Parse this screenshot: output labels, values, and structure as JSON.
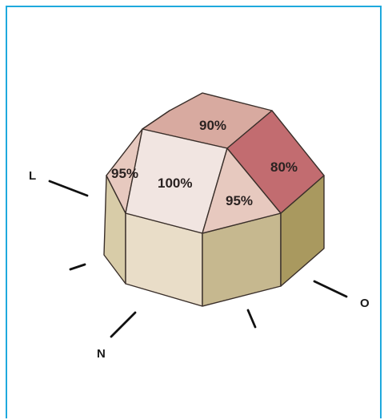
{
  "diagram": {
    "faces": {
      "top": "90%",
      "front_upper": "100%",
      "left_small": "95%",
      "right_mid": "95%",
      "right_dark": "80%"
    },
    "directions": {
      "left": "L",
      "front": "N",
      "right": "O"
    },
    "colors": {
      "frame": "#1fa9dd",
      "face_100": "#f1e5e1",
      "face_95": "#e7c9bf",
      "face_90": "#d8aaa0",
      "face_80": "#c26c70",
      "wall_light": "#e9ddc8",
      "wall_mid": "#c6b88f",
      "wall_dark": "#a9995f"
    }
  }
}
